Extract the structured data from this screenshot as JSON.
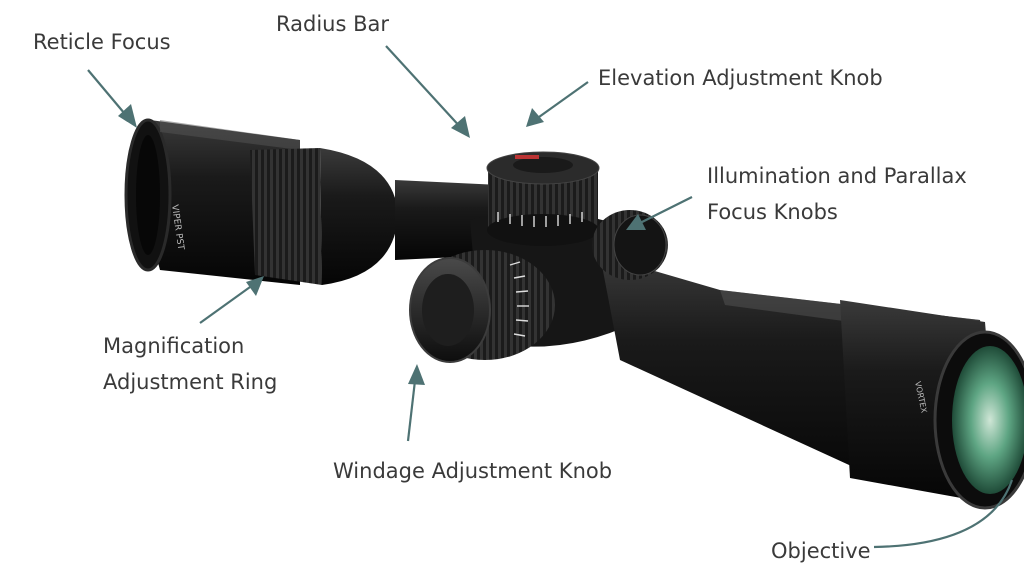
{
  "labels": {
    "reticle_focus": "Reticle Focus",
    "radius_bar": "Radius Bar",
    "elevation_knob": "Elevation Adjustment Knob",
    "illumination_line1": "Illumination and Parallax",
    "illumination_line2": "Focus Knobs",
    "magnification_line1": "Magnification",
    "magnification_line2": "Adjustment Ring",
    "windage_knob": "Windage Adjustment Knob",
    "objective": "Objective"
  },
  "scope_markings": {
    "brand_text": "VIPER PST",
    "objective_brand": "VORTEX"
  },
  "colors": {
    "arrow": "#4e7273",
    "label_text": "#3a3a3a",
    "scope_body": "#141414",
    "lens_tint": "#3f8f6a"
  }
}
